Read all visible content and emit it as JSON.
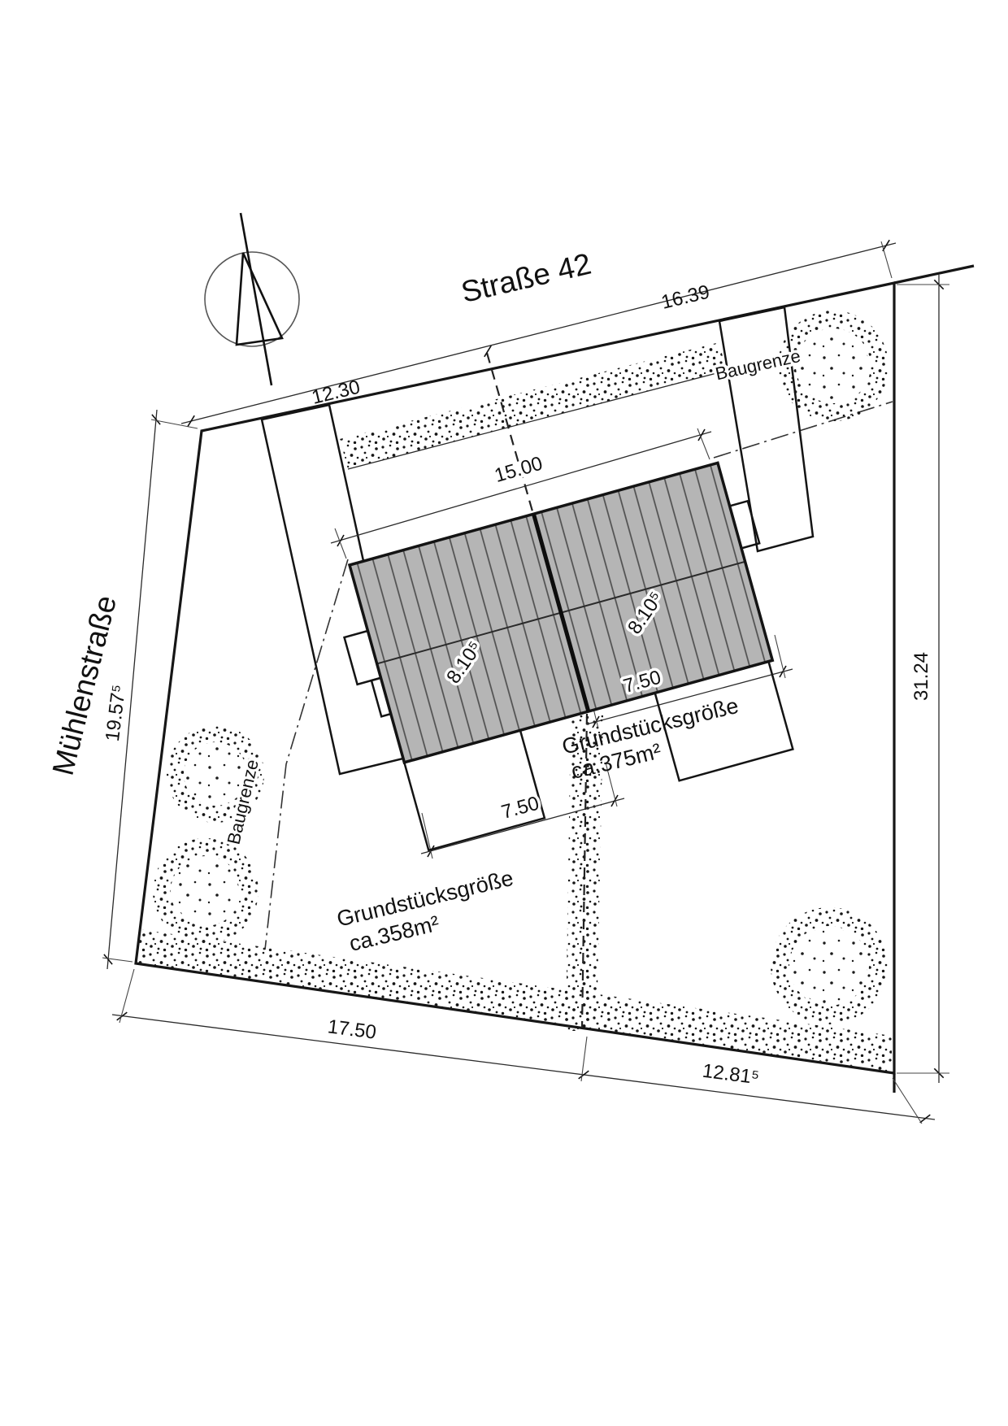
{
  "plan": {
    "streets": {
      "top": "Straße 42",
      "left": "Mühlenstraße"
    },
    "boundary_labels": {
      "right": "Baugrenze",
      "left": "Baugrenze"
    },
    "plots": {
      "left": {
        "line1": "Grundstücksgröße",
        "line2": "ca.358m²"
      },
      "right": {
        "line1": "Grundstücksgröße",
        "line2": "ca.375m²"
      }
    },
    "dimensions": {
      "street_top_left": "12.30",
      "street_top_right": "16.39",
      "street_left": "19.57⁵",
      "boundary_right": "31.24",
      "bottom_left": "17.50",
      "bottom_right": "12.81⁵",
      "house_total_width": "15.00",
      "house_left_depth": "8.10⁵",
      "house_right_depth": "8.10⁵",
      "garden_left_width": "7.50",
      "garden_right_width": "7.50"
    },
    "icons": {
      "north_arrow": "north-arrow",
      "trees": "tree-icon",
      "hedges": "hedge-stipple"
    },
    "colors": {
      "roof_fill": "#b5b5b5",
      "roof_hatch": "#4f4f4f",
      "line": "#1a1a1a",
      "grid_line": "#c2c2c2"
    }
  }
}
